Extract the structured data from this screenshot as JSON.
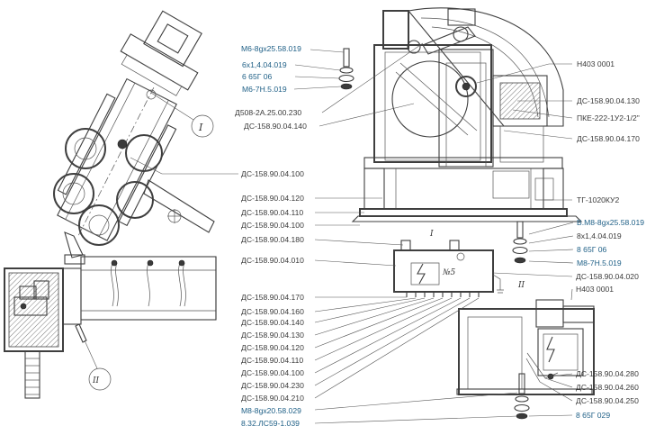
{
  "labels": {
    "m6_8gx25": "М6-8gх25.58.019",
    "w6x1_4": "6х1,4.04.019",
    "w6_65g": "6 65Г 06",
    "m6_7n": "М6-7Н.5.019",
    "d508": "Д508-2А.25.00.230",
    "ds140_top": "ДС-158.90.04.140",
    "n403_top": "Н403 0001",
    "ds130_top": "ДС-158.90.04.130",
    "pke": "ПКЕ-222-1У2-1/2\"",
    "ds170_top": "ДС-158.90.04.170",
    "ds100_left": "ДС-158.90.04.100",
    "ds120_mid": "ДС-158.90.04.120",
    "ds110_mid": "ДС-158.90.04.110",
    "ds100_mid": "ДС-158.90.04.100",
    "ds180_mid": "ДС-158.90.04.180",
    "ds010_mid": "ДС-158.90.04.010",
    "tg1020": "ТГ-1020КУ2",
    "vm8": "В.М8-8gх25.58.019",
    "w8x1_4": "8х1,4.04.019",
    "w8_65g": "8 65Г 06",
    "m8_7n": "М8-7Н.5.019",
    "ds020": "ДС-158.90.04.020",
    "n403_bot": "Н403 0001",
    "ds170_b": "ДС-158.90.04.170",
    "ds160_b": "ДС-158.90.04.160",
    "ds140_b": "ДС-158.90.04.140",
    "ds130_b": "ДС-158.90.04.130",
    "ds120_b": "ДС-158.90.04.120",
    "ds110_b": "ДС-158.90.04.110",
    "ds100_b": "ДС-158.90.04.100",
    "ds230_b": "ДС-158.90.04.230",
    "ds210_b": "ДС-158.90.04.210",
    "m8_8gx20": "М8-8gх20.58.029",
    "w8_32": "8.32.ЛС59-1.039",
    "ds280": "ДС-158.90.04.280",
    "ds260": "ДС-158.90.04.260",
    "ds250": "ДС-158.90.04.250",
    "w8_65g029": "8 65Г 029"
  },
  "marks": {
    "view1_left": "I",
    "view2_left": "II",
    "view1_mid": "I",
    "view2_mid": "II",
    "box_number": "№5"
  },
  "colors": {
    "ink": "#3f3f3f",
    "label_gray": "#3a3a3a",
    "label_blue": "#1e5f86"
  }
}
